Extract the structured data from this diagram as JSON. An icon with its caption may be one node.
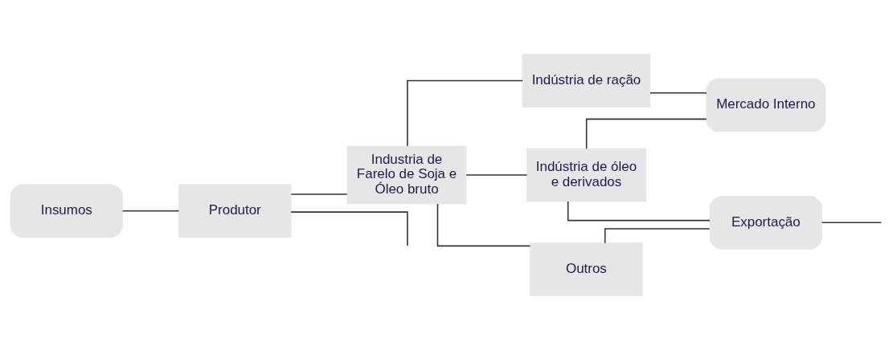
{
  "diagram": {
    "nodes": [
      {
        "text": [
          "Insumos"
        ]
      },
      {
        "text": [
          "Produtor"
        ]
      },
      {
        "text": [
          "Industria de Farelo de Soja e Óleo bruto"
        ]
      },
      {
        "text": [
          "Indústria de ração"
        ]
      },
      {
        "text": [
          "Indústria de óleo e derivados"
        ]
      },
      {
        "text": [
          "Outros"
        ]
      },
      {
        "text": [
          "Mercado Interno"
        ]
      },
      {
        "text": [
          "Exportação"
        ]
      }
    ],
    "edges": [
      {
        "from": 0,
        "to": 1,
        "arrow": "none"
      },
      {
        "from": 1,
        "to": 2,
        "arrow": "none"
      },
      {
        "from": 2,
        "to": 3,
        "arrow": "none"
      },
      {
        "from": 2,
        "to": 4,
        "arrow": "none"
      },
      {
        "from": 2,
        "to": 5,
        "arrow": "none"
      },
      {
        "from": 3,
        "to": 6,
        "arrow": "none"
      },
      {
        "from": 4,
        "to": 6,
        "arrow": "none"
      },
      {
        "from": 4,
        "to": 7,
        "arrow": "none"
      },
      {
        "from": 5,
        "to": 7,
        "arrow": "none"
      },
      {
        "from": 1,
        "to": null,
        "arrow": "none"
      },
      {
        "from": 7,
        "to": null,
        "arrow": "none"
      }
    ]
  }
}
